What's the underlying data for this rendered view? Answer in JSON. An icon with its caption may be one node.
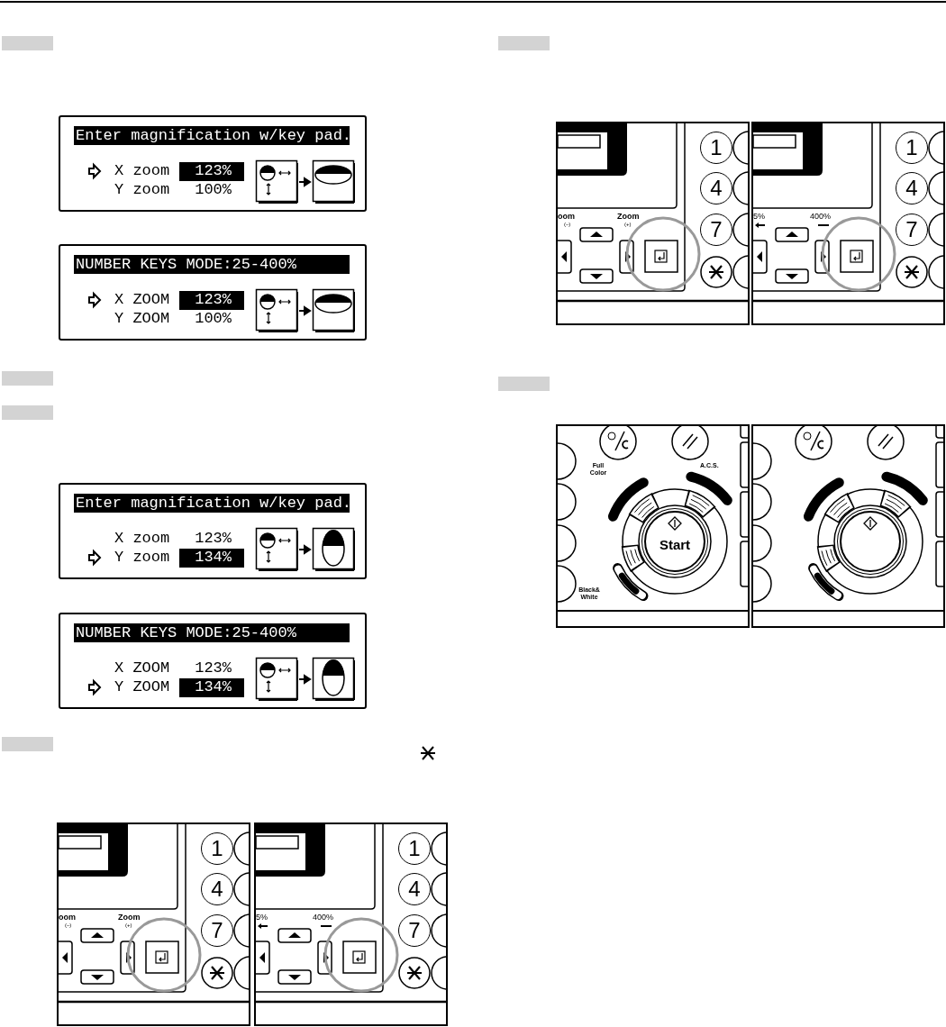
{
  "diagram": {
    "labels": [
      "Enter magnification w/key pad.",
      "X zoom",
      "123%",
      "Y zoom",
      "100%",
      "NUMBER KEYS MODE:25-400%",
      "X ZOOM",
      "123%",
      "Y ZOOM",
      "100%",
      "Enter magnification w/key pad.",
      "X zoom",
      "123%",
      "Y zoom",
      "134%",
      "NUMBER KEYS MODE:25-400%",
      "X ZOOM",
      "123%",
      "Y ZOOM",
      "134%",
      "oom",
      "(–)",
      "Zoom",
      "(+)",
      "1",
      "4",
      "7",
      "5%",
      "400%",
      "1",
      "4",
      "7",
      "oom",
      "(–)",
      "Zoom",
      "(+)",
      "1",
      "4",
      "7",
      "5%",
      "400%",
      "1",
      "4",
      "7",
      "Full Color",
      "A.C.S.",
      "Start",
      "Black& White"
    ]
  }
}
